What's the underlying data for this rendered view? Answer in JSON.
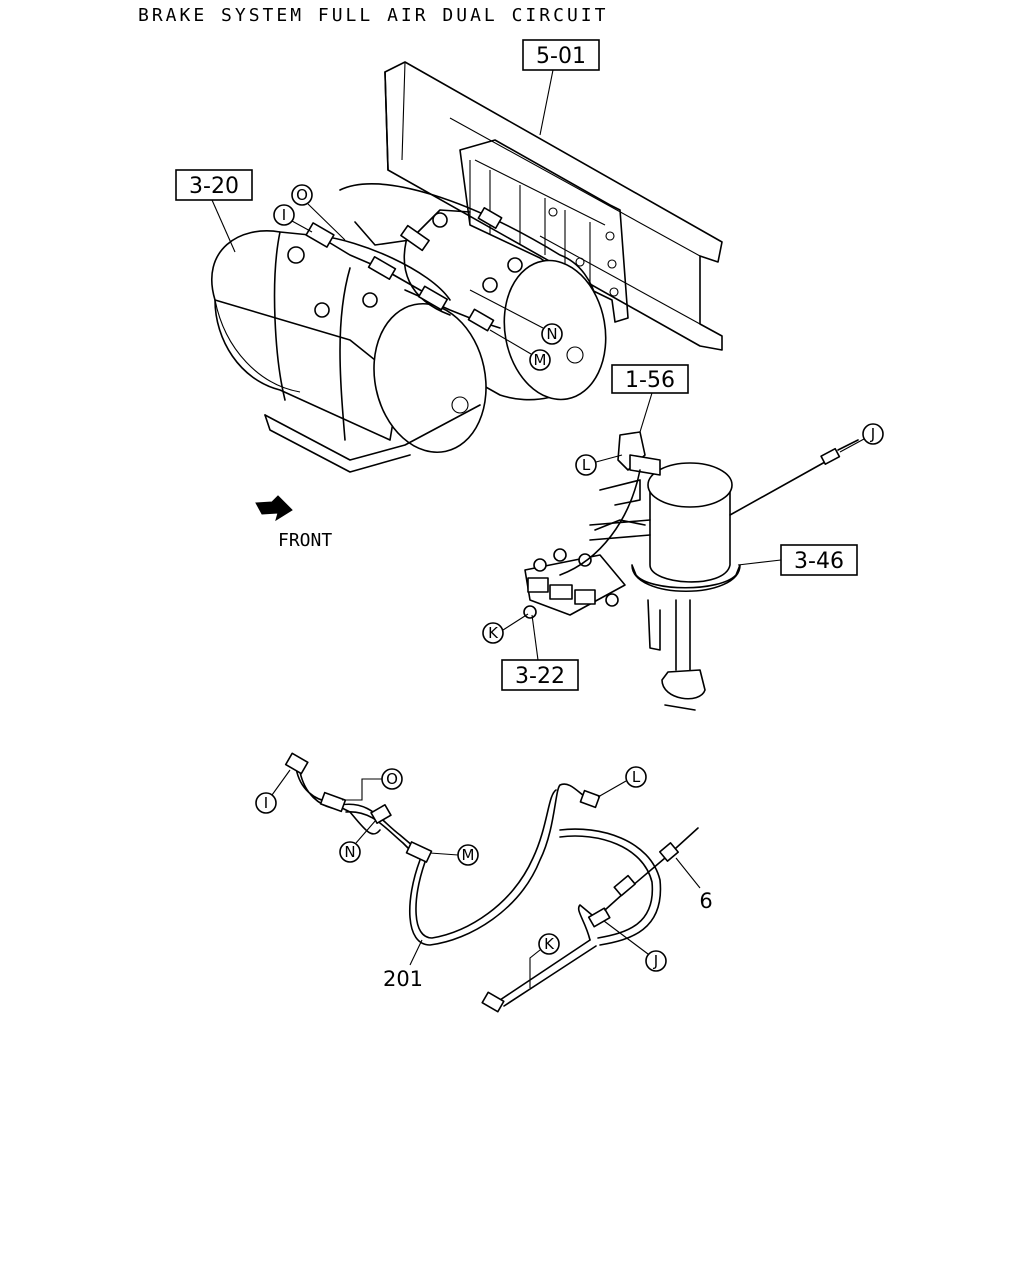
{
  "title": "BRAKE SYSTEM FULL AIR DUAL CIRCUIT",
  "front_label": "FRONT",
  "ref_boxes": {
    "frame": "5-01",
    "air_tanks": "3-20",
    "relay": "1-56",
    "air_dryer": "3-46",
    "valve_block": "3-22"
  },
  "callouts": {
    "O": "O",
    "I": "I",
    "N": "N",
    "M": "M",
    "L": "L",
    "J": "J",
    "K": "K"
  },
  "part_numbers": {
    "harness": "201",
    "connector": "6"
  }
}
